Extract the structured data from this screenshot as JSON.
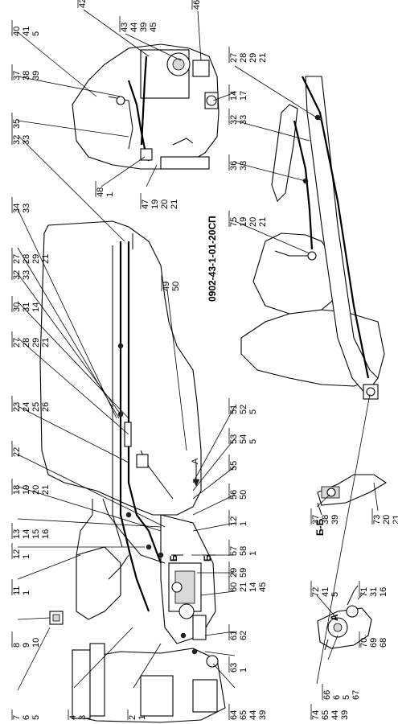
{
  "drawing_code": "0902-43-1-01-20СП",
  "views": {
    "section_bb": "Б-Б",
    "view_a": "А",
    "section_marker": "Б",
    "arrow_a": "А"
  },
  "callouts": [
    [
      "7",
      "6",
      "5"
    ],
    [
      "8",
      "9",
      "10"
    ],
    [
      "11",
      "1"
    ],
    [
      "12",
      "1"
    ],
    [
      "13",
      "14",
      "15",
      "16"
    ],
    [
      "18",
      "19",
      "20",
      "21"
    ],
    [
      "22"
    ],
    [
      "23",
      "24",
      "25",
      "26"
    ],
    [
      "27",
      "28",
      "29",
      "21"
    ],
    [
      "30",
      "31",
      "14"
    ],
    [
      "32",
      "33"
    ],
    [
      "34",
      "33"
    ],
    [
      "27",
      "28",
      "29",
      "21"
    ],
    [
      "32",
      "33"
    ],
    [
      "4",
      "3"
    ],
    [
      "2",
      "1"
    ],
    [
      "64",
      "65",
      "44",
      "39"
    ],
    [
      "63",
      "1"
    ],
    [
      "61",
      "62"
    ],
    [
      "60",
      "21",
      "14",
      "45"
    ],
    [
      "29",
      "59"
    ],
    [
      "57",
      "58",
      "1"
    ],
    [
      "12",
      "1"
    ],
    [
      "56",
      "50"
    ],
    [
      "55"
    ],
    [
      "53",
      "54",
      "5"
    ],
    [
      "51",
      "52",
      "5"
    ],
    [
      "49",
      "50"
    ],
    [
      "40",
      "41",
      "5"
    ],
    [
      "37",
      "38",
      "39"
    ],
    [
      "35"
    ],
    [
      "42"
    ],
    [
      "43",
      "44",
      "39",
      "45"
    ],
    [
      "46"
    ],
    [
      "14",
      "17"
    ],
    [
      "48",
      "1"
    ],
    [
      "47",
      "19",
      "20",
      "21"
    ],
    [
      "27",
      "28",
      "29",
      "21"
    ],
    [
      "32",
      "33"
    ],
    [
      "36",
      "33"
    ],
    [
      "75",
      "19",
      "20",
      "21"
    ],
    [
      "74",
      "65",
      "44",
      "39"
    ],
    [
      "37",
      "38",
      "39"
    ],
    [
      "73",
      "20",
      "21"
    ],
    [
      "72",
      "41",
      "5"
    ],
    [
      "71",
      "31",
      "16"
    ],
    [
      "70",
      "69",
      "68"
    ],
    [
      "66",
      "6",
      "5",
      "67"
    ]
  ]
}
